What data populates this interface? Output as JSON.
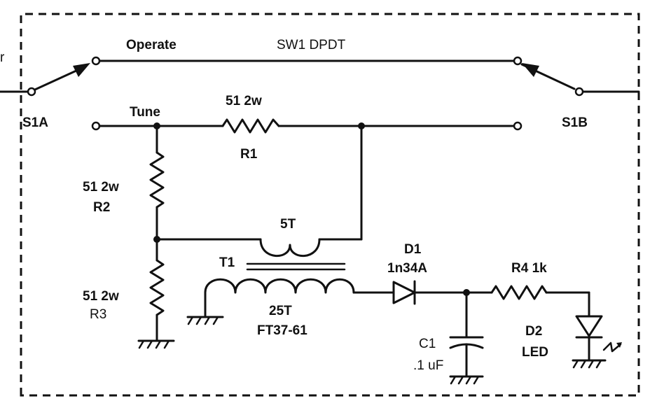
{
  "labels": {
    "operate": "Operate",
    "switch": "SW1 DPDT",
    "s1a": "S1A",
    "s1b": "S1B",
    "tune": "Tune",
    "r1_value": "51 2w",
    "r1_name": "R1",
    "r2_value": "51 2w",
    "r2_name": "R2",
    "r3_value": "51 2w",
    "r3_name": "R3",
    "t1_primary_turns": "5T",
    "t1_name": "T1",
    "t1_secondary_turns": "25T",
    "t1_core": "FT37-61",
    "d1_name": "D1",
    "d1_part": "1n34A",
    "r4_label": "R4  1k",
    "c1_name": "C1",
    "c1_value": ".1 uF",
    "d2_name": "D2",
    "d2_type": "LED",
    "edge_fragment": "r"
  }
}
